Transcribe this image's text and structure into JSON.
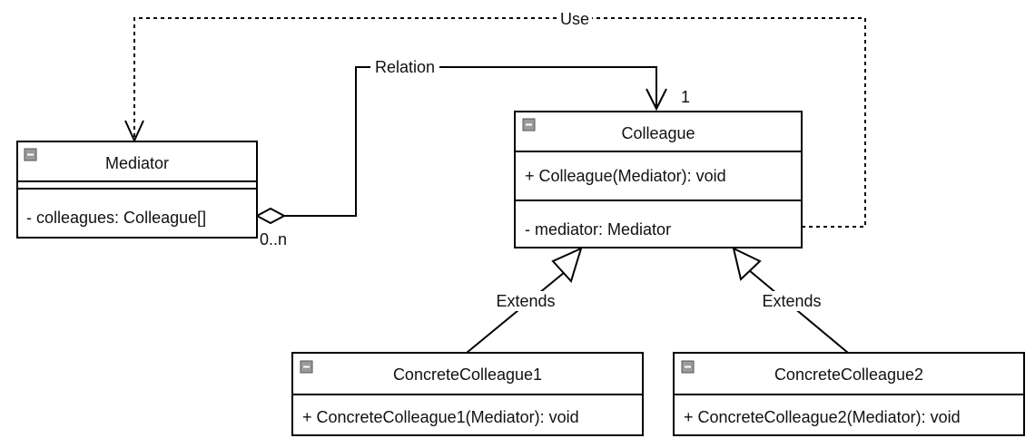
{
  "diagram": {
    "classes": {
      "mediator": {
        "name": "Mediator",
        "attributes": [
          "- colleagues: Colleague[]"
        ]
      },
      "colleague": {
        "name": "Colleague",
        "methods": [
          "+ Colleague(Mediator): void"
        ],
        "attributes": [
          "- mediator: Mediator"
        ]
      },
      "concrete1": {
        "name": "ConcreteColleague1",
        "methods": [
          "+ ConcreteColleague1(Mediator): void"
        ]
      },
      "concrete2": {
        "name": "ConcreteColleague2",
        "methods": [
          "+ ConcreteColleague2(Mediator): void"
        ]
      }
    },
    "edges": {
      "use": {
        "label": "Use"
      },
      "relation": {
        "label": "Relation",
        "source_multiplicity": "0..n",
        "target_multiplicity": "1"
      },
      "extends1": {
        "label": "Extends"
      },
      "extends2": {
        "label": "Extends"
      }
    },
    "collapse_icon": "minus-square-icon",
    "colors": {
      "stroke": "#000000",
      "text": "#111111",
      "icon_fill": "#9a9a9a",
      "background": "#ffffff"
    }
  }
}
